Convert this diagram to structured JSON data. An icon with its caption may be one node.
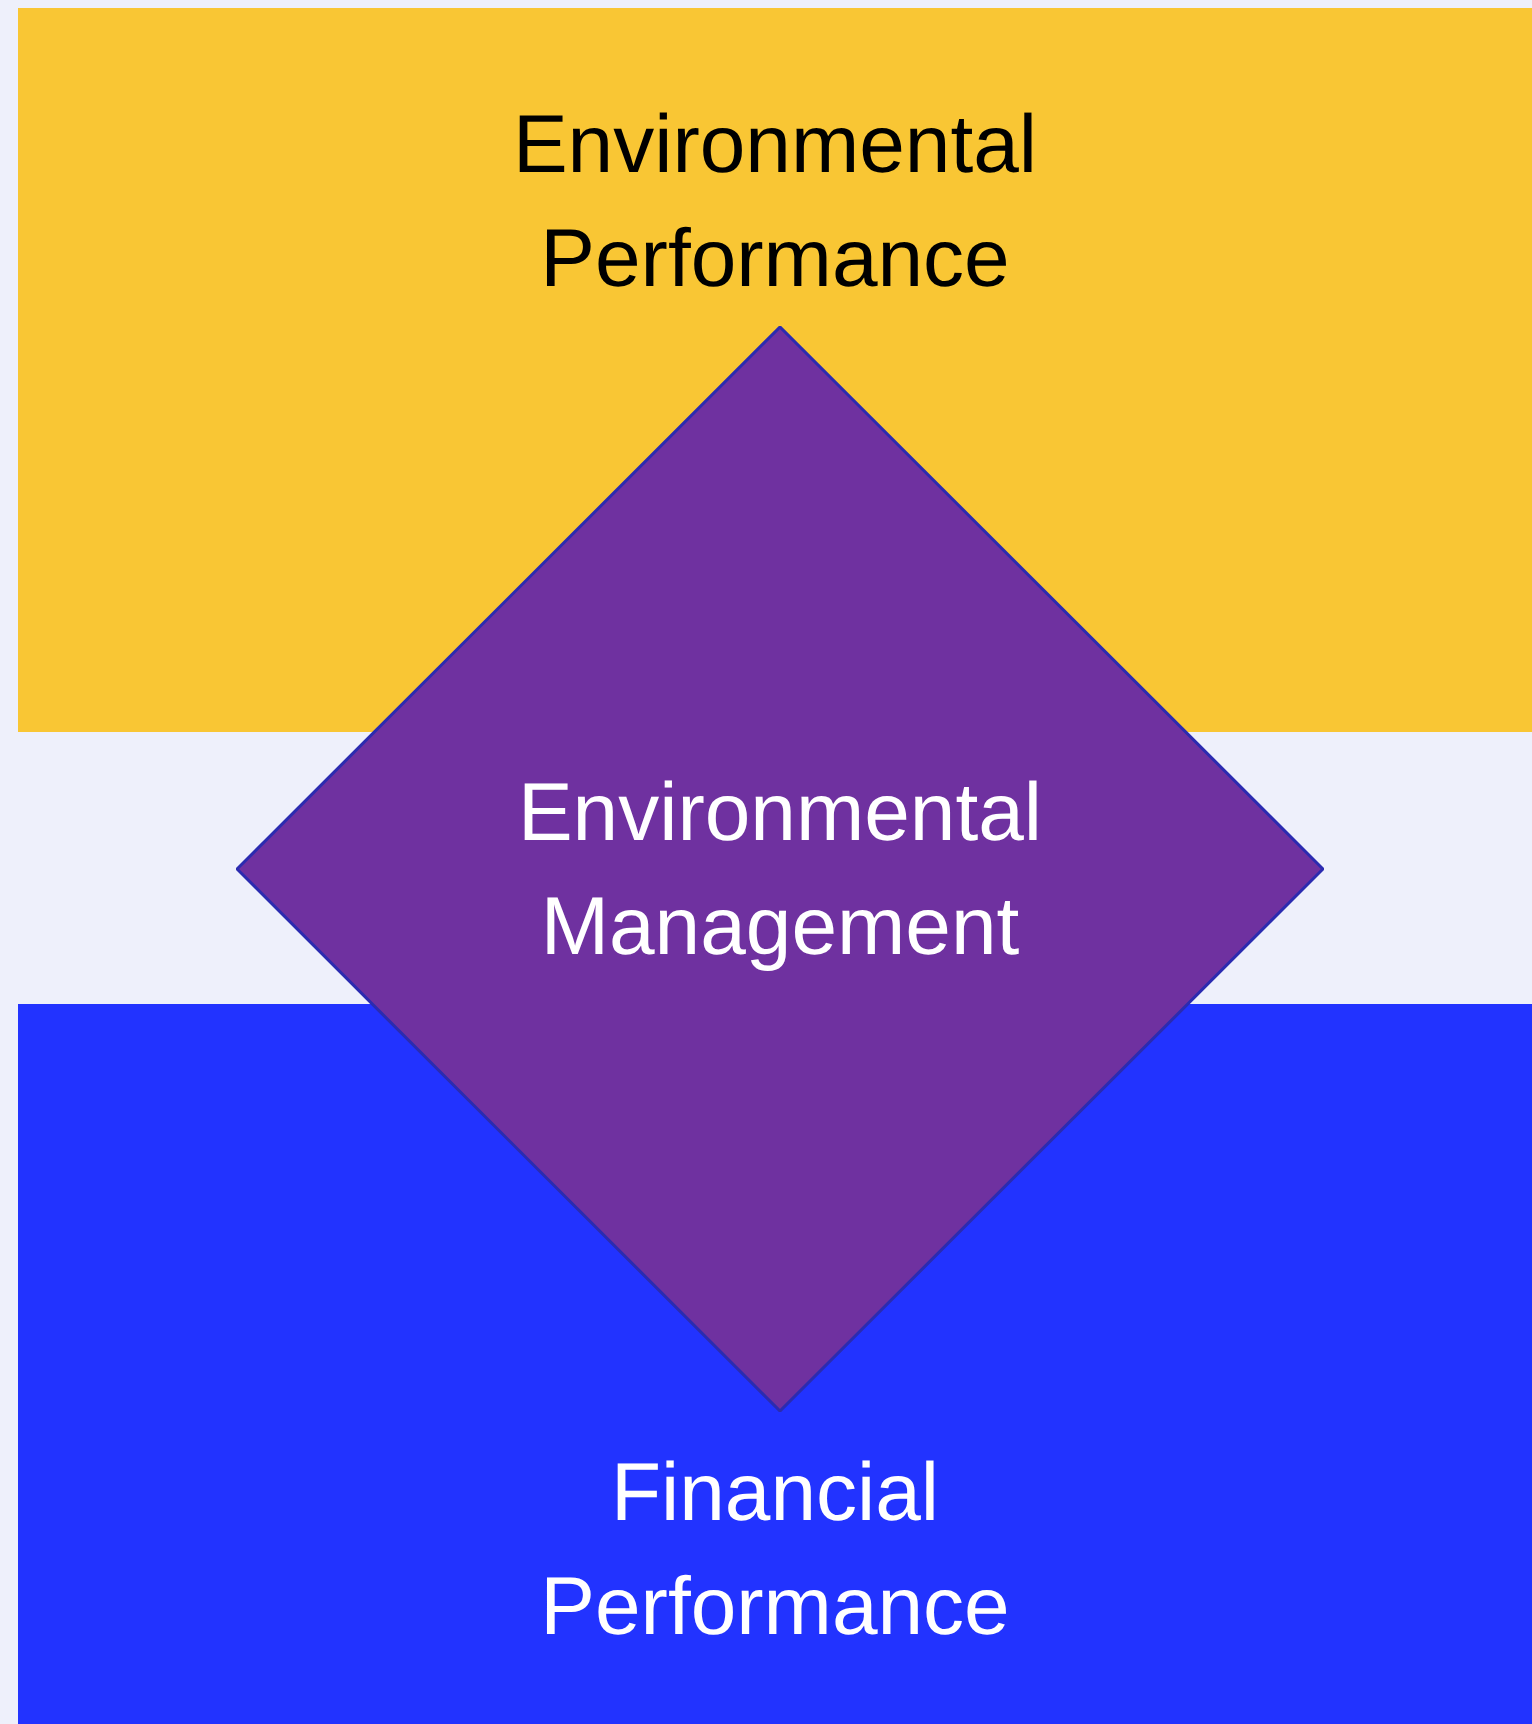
{
  "diagram": {
    "nodes": [
      {
        "text": [
          "Environmental Performance"
        ]
      },
      {
        "text": [
          "Financial Performance"
        ]
      },
      {
        "text": [
          "Environmental Management"
        ]
      }
    ]
  }
}
